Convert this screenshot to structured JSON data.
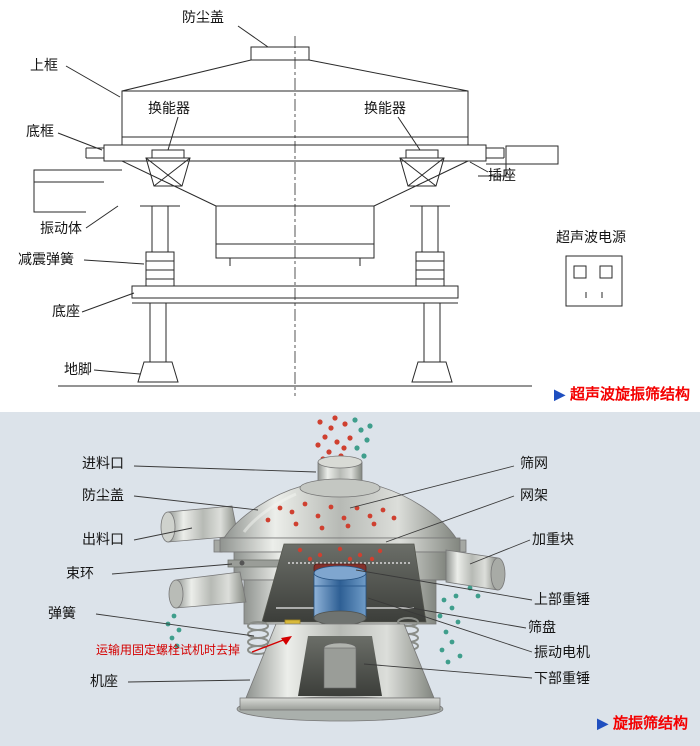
{
  "top_panel": {
    "caption": "超声波旋振筛结构",
    "caption_marker": "▶",
    "caption_text_color": "#f40000",
    "caption_marker_color": "#1f4fc0",
    "labels": {
      "dust_cover": "防尘盖",
      "upper_frame": "上框",
      "transducer_left": "换能器",
      "transducer_right": "换能器",
      "bottom_frame": "底框",
      "socket": "插座",
      "vibrating_body": "振动体",
      "damping_spring": "减震弹簧",
      "ultrasonic_power": "超声波电源",
      "base": "底座",
      "foot": "地脚"
    }
  },
  "bottom_panel": {
    "background_color": "#dce3ea",
    "caption": "旋振筛结构",
    "caption_marker": "▶",
    "note": {
      "text": "运输用固定螺栓试机时去掉",
      "color": "#d40000"
    },
    "particle_colors": {
      "red": "#cf4030",
      "teal": "#3f9e8c"
    },
    "motor_color": "#2e5f94",
    "labels": {
      "feed_inlet": "进料口",
      "dust_cover": "防尘盖",
      "discharge_outlet": "出料口",
      "clamp_ring": "束环",
      "spring": "弹簧",
      "machine_base": "机座",
      "screen_mesh": "筛网",
      "mesh_frame": "网架",
      "weight_block": "加重块",
      "upper_weight": "上部重锤",
      "sieve_plate": "筛盘",
      "vibration_motor": "振动电机",
      "lower_weight": "下部重锤"
    }
  }
}
